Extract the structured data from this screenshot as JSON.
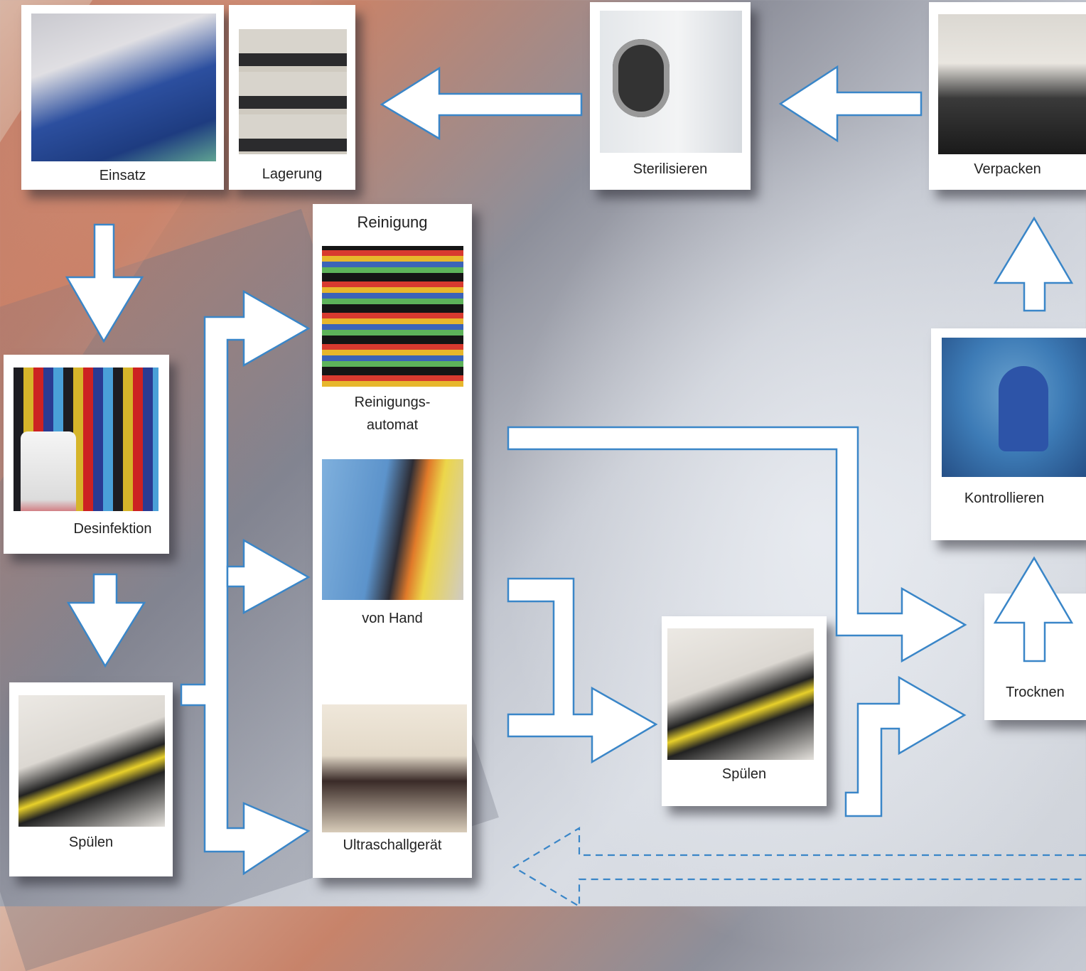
{
  "cards": {
    "einsatz": "Einsatz",
    "lagerung": "Lagerung",
    "sterilisieren": "Sterilisieren",
    "verpacken": "Verpacken",
    "desinfektion": "Desinfektion",
    "spuelen_left": "Spülen",
    "reinigung_title": "Reinigung",
    "reinigungsautomat_line1": "Reinigungs-",
    "reinigungsautomat_line2": "automat",
    "von_hand": "von Hand",
    "ultraschallgeraet": "Ultraschallgerät",
    "spuelen_mid": "Spülen",
    "kontrollieren": "Kontrollieren",
    "trocknen": "Trocknen"
  },
  "colors": {
    "arrow_stroke": "#3a86c8",
    "arrow_fill": "#ffffff"
  }
}
